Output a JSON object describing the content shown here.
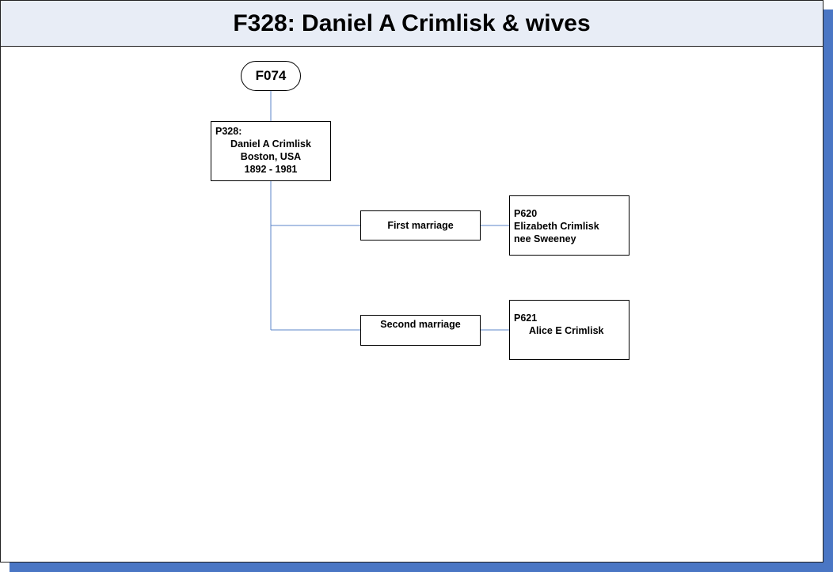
{
  "title": "F328: Daniel A Crimlisk & wives",
  "parent_family": "F074",
  "main_person": {
    "id": "P328:",
    "name": "Daniel A Crimlisk",
    "place": "Boston, USA",
    "dates": "1892 - 1981"
  },
  "marriages": [
    {
      "label": "First marriage",
      "spouse": {
        "id": "P620",
        "line1": "Elizabeth Crimlisk",
        "line2": "nee Sweeney"
      }
    },
    {
      "label": "Second marriage",
      "spouse": {
        "id": "P621",
        "line1": "Alice E Crimlisk"
      }
    }
  ],
  "colors": {
    "connector": "#5b84c9",
    "title_bar": "#e8edf6",
    "shadow": "#4a76c4"
  }
}
